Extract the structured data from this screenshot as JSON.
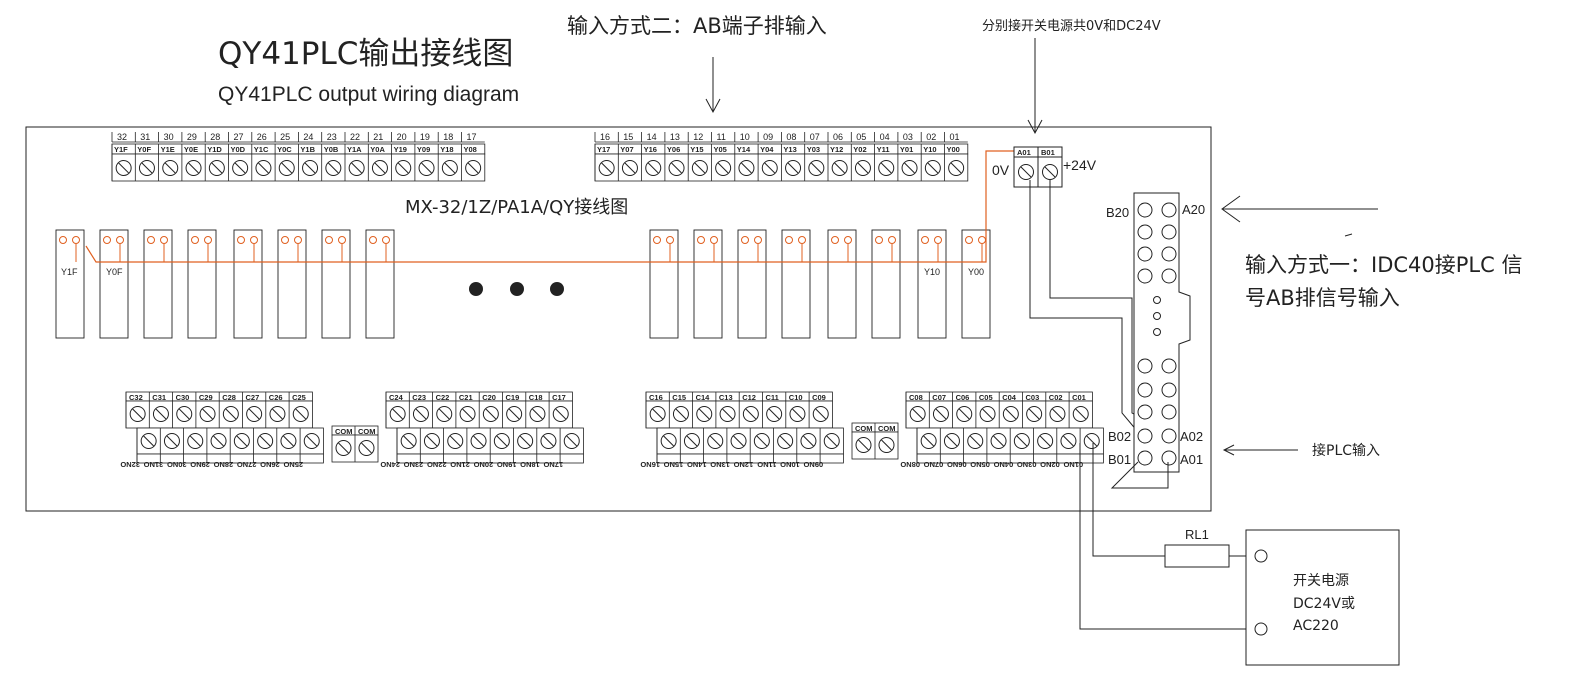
{
  "title_cn": "QY41PLC输出接线图",
  "title_en": "QY41PLC output wiring diagram",
  "method2_label": "输入方式二：AB端子排输入",
  "power_common_label": "分别接开关电源共0V和DC24V",
  "board_label": "MX-32/1Z/PA1A/QY接线图",
  "method1_line1": "输入方式一：IDC40接PLC 信",
  "method1_line2": "号AB排信号输入",
  "plc_input_label": "接PLC输入",
  "power_terminals": {
    "a": "A01",
    "b": "B01",
    "zero": "0V",
    "plus": "+24V"
  },
  "idc_labels": {
    "b20": "B20",
    "a20": "A20",
    "b02": "B02",
    "a02": "A02",
    "b01": "B01",
    "a01": "A01"
  },
  "psu": {
    "line1": "开关电源",
    "line2": "DC24V或",
    "line3": "AC220"
  },
  "resistor_label": "RL1",
  "left_block": {
    "nums": [
      "32",
      "31",
      "30",
      "29",
      "28",
      "27",
      "26",
      "25",
      "24",
      "23",
      "22",
      "21",
      "20",
      "19",
      "18",
      "17"
    ],
    "labels": [
      "Y1F",
      "Y0F",
      "Y1E",
      "Y0E",
      "Y1D",
      "Y0D",
      "Y1C",
      "Y0C",
      "Y1B",
      "Y0B",
      "Y1A",
      "Y0A",
      "Y19",
      "Y09",
      "Y18",
      "Y08"
    ]
  },
  "right_block": {
    "nums": [
      "16",
      "15",
      "14",
      "13",
      "12",
      "11",
      "10",
      "09",
      "08",
      "07",
      "06",
      "05",
      "04",
      "03",
      "02",
      "01"
    ],
    "labels": [
      "Y17",
      "Y07",
      "Y16",
      "Y06",
      "Y15",
      "Y05",
      "Y14",
      "Y04",
      "Y13",
      "Y03",
      "Y12",
      "Y02",
      "Y11",
      "Y01",
      "Y10",
      "Y00"
    ]
  },
  "relays": {
    "first": "Y1F",
    "second": "Y0F",
    "penult": "Y10",
    "last": "Y00"
  },
  "bottom_groups": [
    {
      "top": [
        "C32",
        "C31",
        "C30",
        "C29",
        "C28",
        "C27",
        "C26",
        "C25"
      ],
      "bottom": [
        "32NO",
        "31NO",
        "30NO",
        "29NO",
        "28NO",
        "27NO",
        "26NO",
        "25NO"
      ]
    },
    {
      "top": [
        "C24",
        "C23",
        "C22",
        "C21",
        "C20",
        "C19",
        "C18",
        "C17"
      ],
      "bottom": [
        "24NO",
        "23NO",
        "22NO",
        "21NO",
        "20NO",
        "19NO",
        "18NO",
        "17NO"
      ]
    },
    {
      "top": [
        "C16",
        "C15",
        "C14",
        "C13",
        "C12",
        "C11",
        "C10",
        "C09"
      ],
      "bottom": [
        "16NO",
        "15NO",
        "14NO",
        "13NO",
        "12NO",
        "11NO",
        "10NO",
        "09NO"
      ]
    },
    {
      "top": [
        "C08",
        "C07",
        "C06",
        "C05",
        "C04",
        "C03",
        "C02",
        "C01"
      ],
      "bottom": [
        "08NO",
        "07NO",
        "06NO",
        "05NO",
        "04NO",
        "03NO",
        "02NO",
        "01NO"
      ]
    }
  ],
  "com_label": "COM",
  "colors": {
    "line": "#222222",
    "wire": "#e06020"
  }
}
